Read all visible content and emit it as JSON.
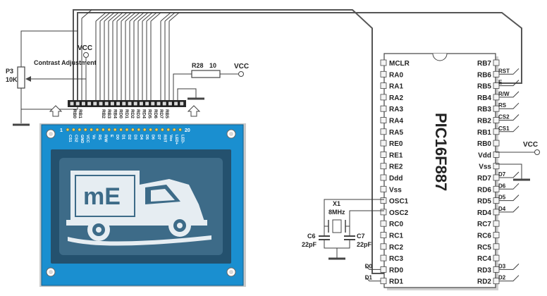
{
  "colors": {
    "wire": "#3c3c3c",
    "lcd_board": "#1a8fd0",
    "lcd_glass": "#3d6b88",
    "lcd_pixels": "#e6edf2",
    "chip_body": "#ffffff"
  },
  "mcu": {
    "part": "PIC16F887",
    "left_pins": [
      "MCLR",
      "RA0",
      "RA1",
      "RA2",
      "RA3",
      "RA4",
      "RA5",
      "RE0",
      "RE1",
      "RE2",
      "Ddd",
      "Vss",
      "OSC1",
      "OSC2",
      "RC0",
      "RC1",
      "RC2",
      "RC3",
      "RD0",
      "RD1"
    ],
    "right_pins": [
      "RB7",
      "RB6",
      "RB5",
      "RB4",
      "RB3",
      "RB2",
      "RB1",
      "RB0",
      "Vdd",
      "Vss",
      "RD7",
      "RD6",
      "RD5",
      "RD4",
      "RC7",
      "RC6",
      "RC5",
      "RC4",
      "RD3",
      "RD2"
    ],
    "right_signals": {
      "RB6": "RST",
      "RB5": "E",
      "RB4": "R/W",
      "RB3": "RS",
      "RB2": "CS2",
      "RB1": "CS1",
      "RD7": "D7",
      "RD6": "D6",
      "RD5": "D5",
      "RD4": "D4",
      "RD3": "D3",
      "RD2": "D2"
    },
    "left_signals": {
      "RD0": "D0",
      "RD1": "D1"
    },
    "vcc": "VCC"
  },
  "header": {
    "pins": [
      "RB0",
      "RB1",
      "",
      "",
      "",
      "RB2",
      "RB3",
      "RB4",
      "RD0",
      "RD1",
      "RD2",
      "RD3",
      "RD4",
      "RD5",
      "RD6",
      "RD7",
      "RB5",
      "",
      "",
      ""
    ]
  },
  "lcd": {
    "pin_first": "1",
    "pin_last": "20",
    "pin_labels": [
      "CS1",
      "CS2",
      "GND",
      "VCC",
      "Vo",
      "RS",
      "R/W",
      "E",
      "D0",
      "D1",
      "D2",
      "D3",
      "D4",
      "D5",
      "D6",
      "D7",
      "RST",
      "Vee",
      "LED+",
      "LED-"
    ],
    "screen_text": "mE"
  },
  "crystal": {
    "ref": "X1",
    "freq": "8MHz"
  },
  "caps": [
    {
      "ref": "C6",
      "value": "22pF"
    },
    {
      "ref": "C7",
      "value": "22pF"
    }
  ],
  "pot": {
    "ref": "P3",
    "value": "10K",
    "function": "Contrast Adjustment"
  },
  "resistor": {
    "ref": "R28",
    "value": "10"
  },
  "supply": {
    "vcc": "VCC"
  }
}
